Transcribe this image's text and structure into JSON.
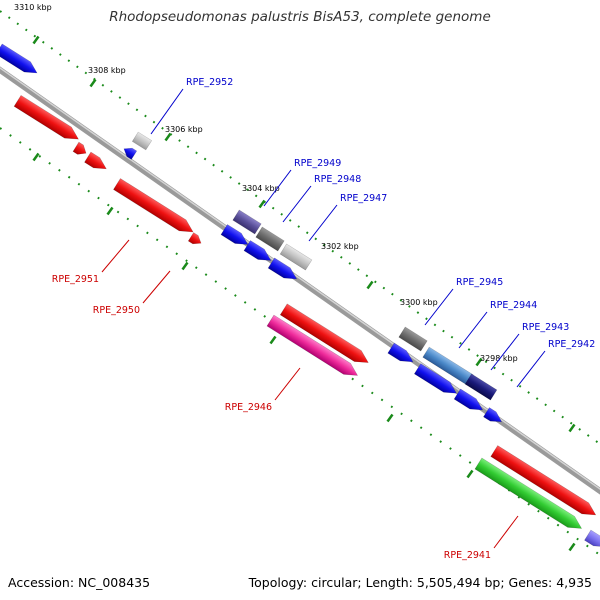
{
  "title": "Rhodopseudomonas palustris BisA53, complete genome",
  "footer": {
    "accession": "Accession: NC_008435",
    "summary": "Topology: circular; Length: 5,505,494 bp; Genes: 4,935"
  },
  "colors": {
    "forward": "#ee1111",
    "reverse": "#1111ee",
    "backbone": "#888888",
    "ticks": "#1a8a1a",
    "label_forward": "#cc0000",
    "label_reverse": "#0000cc"
  },
  "ticks": [
    {
      "label": "3310 kbp"
    },
    {
      "label": "3308 kbp"
    },
    {
      "label": "3306 kbp"
    },
    {
      "label": "3304 kbp"
    },
    {
      "label": "3302 kbp"
    },
    {
      "label": "3300 kbp"
    },
    {
      "label": "3298 kbp"
    }
  ],
  "gene_labels": [
    {
      "label": "RPE_2952",
      "strand": "reverse"
    },
    {
      "label": "RPE_2949",
      "strand": "reverse"
    },
    {
      "label": "RPE_2948",
      "strand": "reverse"
    },
    {
      "label": "RPE_2947",
      "strand": "reverse"
    },
    {
      "label": "RPE_2945",
      "strand": "reverse"
    },
    {
      "label": "RPE_2944",
      "strand": "reverse"
    },
    {
      "label": "RPE_2943",
      "strand": "reverse"
    },
    {
      "label": "RPE_2942",
      "strand": "reverse"
    },
    {
      "label": "RPE_2951",
      "strand": "forward"
    },
    {
      "label": "RPE_2950",
      "strand": "forward"
    },
    {
      "label": "RPE_2946",
      "strand": "forward"
    },
    {
      "label": "RPE_2941",
      "strand": "forward"
    }
  ]
}
